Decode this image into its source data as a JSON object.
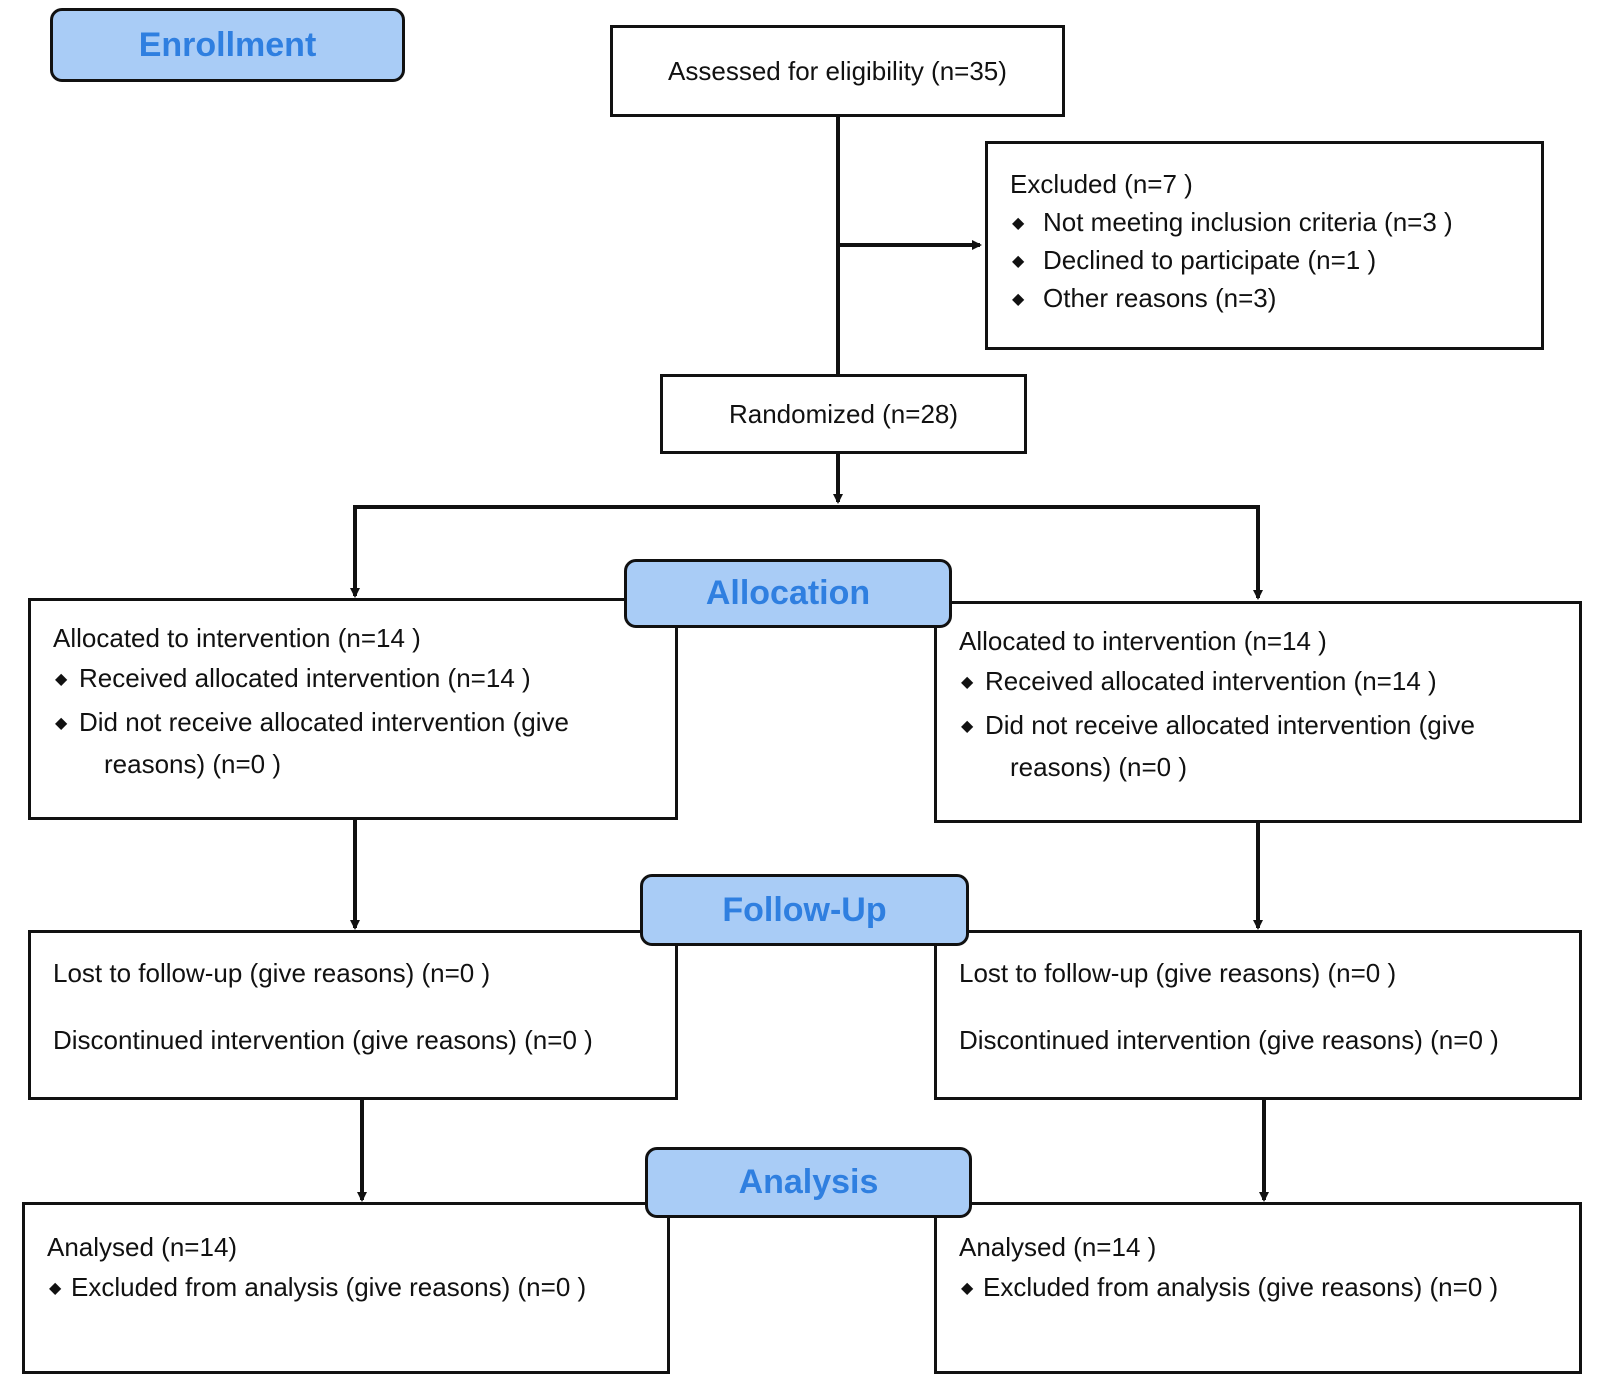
{
  "stages": {
    "enrollment": "Enrollment",
    "allocation": "Allocation",
    "follow_up": "Follow-Up",
    "analysis": "Analysis"
  },
  "assessed": "Assessed for eligibility (n=35)",
  "excluded": {
    "title": "Excluded  (n=7 )",
    "items": [
      "Not meeting inclusion criteria (n=3 )",
      "Declined to participate (n=1 )",
      "Other reasons (n=3)"
    ]
  },
  "randomized": "Randomized (n=28)",
  "allocation_left": {
    "title": "Allocated to intervention (n=14 )",
    "received": "Received allocated intervention (n=14  )",
    "not_received_1": "Did not receive allocated intervention (give",
    "not_received_2": "reasons) (n=0 )"
  },
  "allocation_right": {
    "title": "Allocated to intervention (n=14 )",
    "received": "Received allocated intervention (n=14 )",
    "not_received_1": "Did not receive allocated intervention (give",
    "not_received_2": "reasons) (n=0 )"
  },
  "followup_left": {
    "lost": "Lost to follow-up (give reasons) (n=0 )",
    "discontinued": "Discontinued intervention (give reasons) (n=0 )"
  },
  "followup_right": {
    "lost": "Lost to follow-up (give reasons) (n=0 )",
    "discontinued": "Discontinued intervention (give reasons) (n=0 )"
  },
  "analysis_left": {
    "title": "Analysed  (n=14)",
    "excluded": "Excluded from analysis (give reasons) (n=0 )"
  },
  "analysis_right": {
    "title": "Analysed  (n=14 )",
    "excluded": "Excluded from analysis (give reasons) (n=0 )"
  },
  "bullet_glyph": "◆"
}
